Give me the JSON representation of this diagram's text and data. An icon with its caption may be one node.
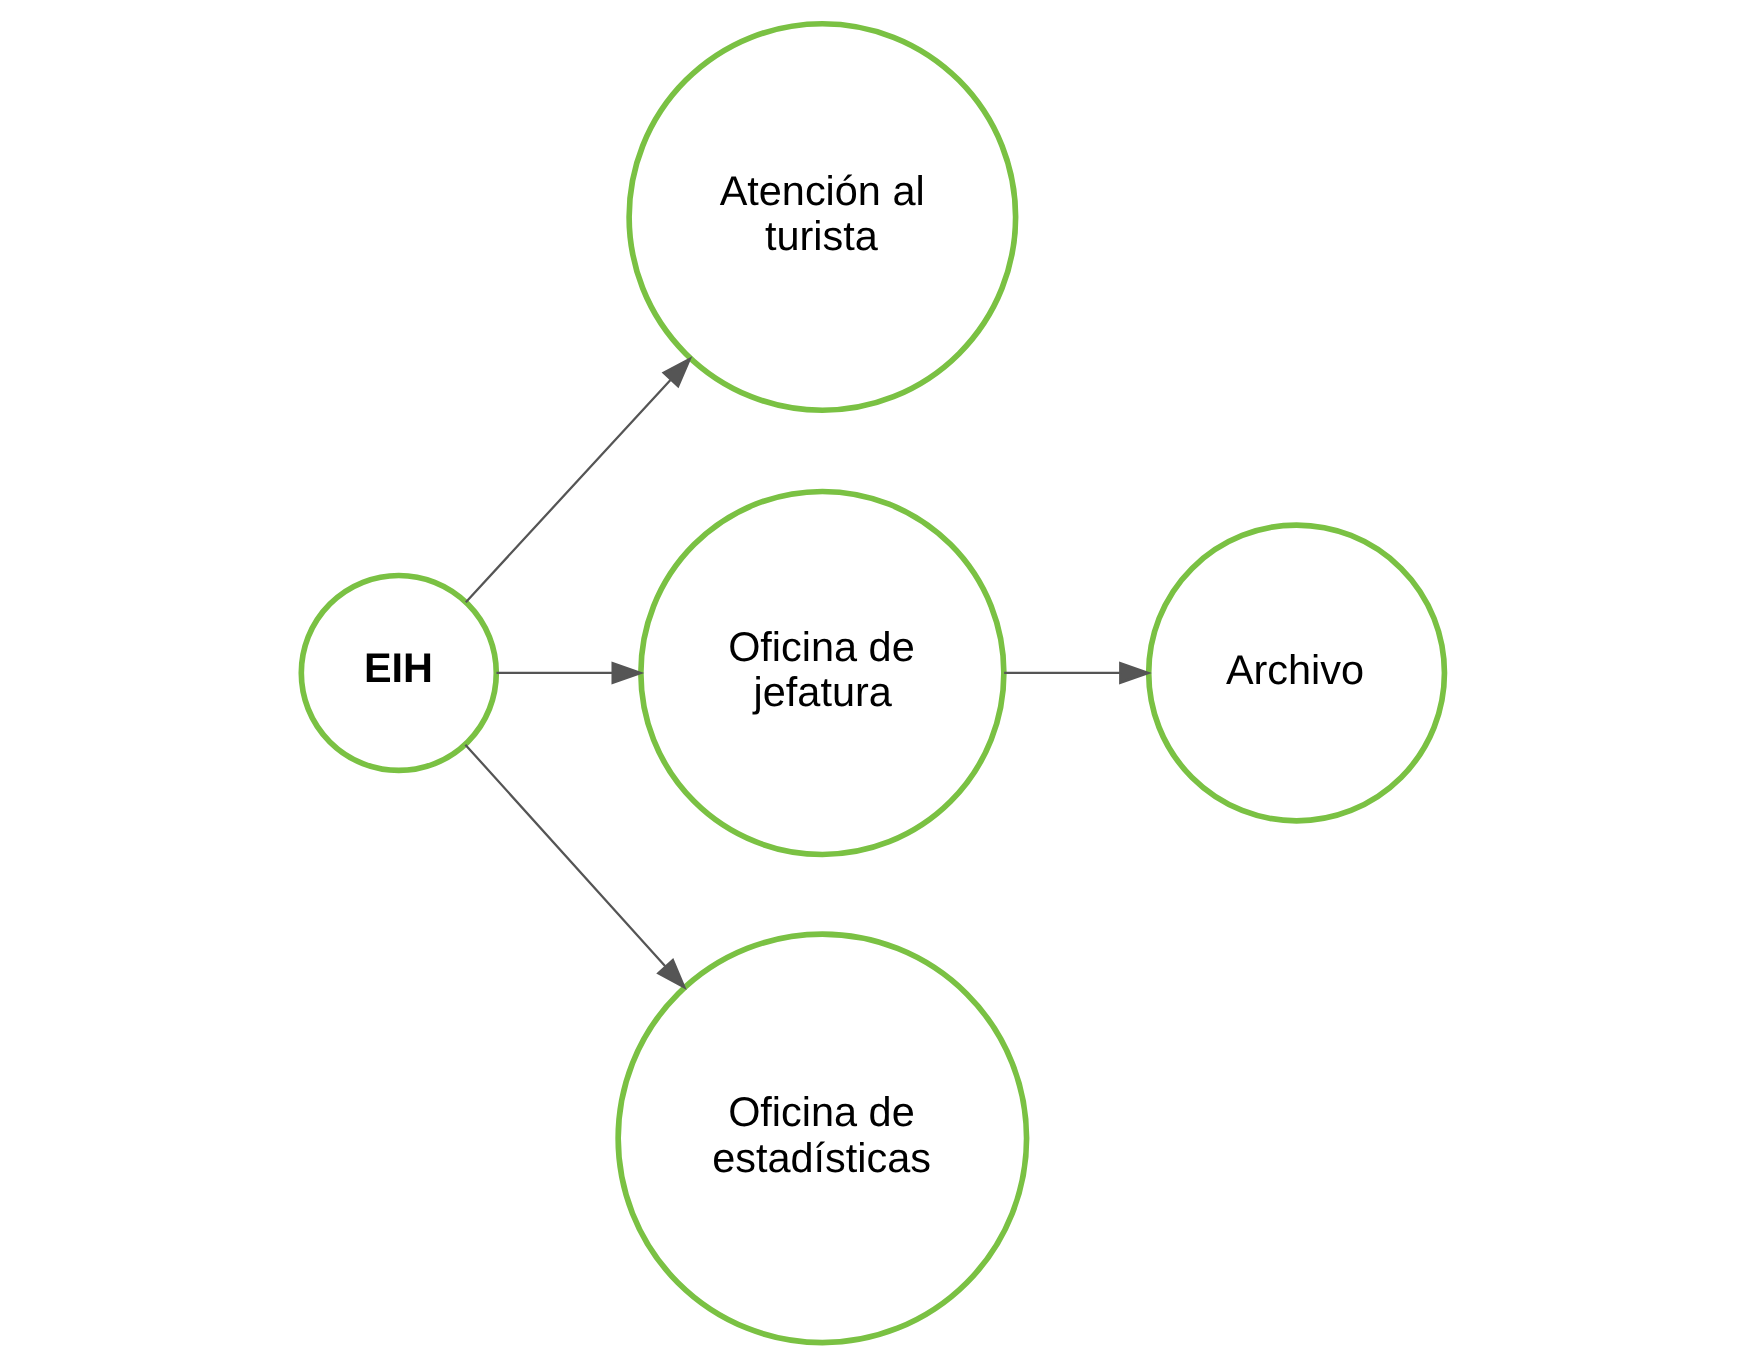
{
  "diagram": {
    "nodes": [
      {
        "text": [
          "EIH"
        ]
      },
      {
        "text": [
          "Atención al turista"
        ]
      },
      {
        "text": [
          "Archivo"
        ]
      },
      {
        "text": [
          "Oficina de jefatura"
        ]
      },
      {
        "text": [
          "Oficina de estadísticas"
        ]
      }
    ],
    "edges": [
      {
        "from": 0,
        "to": 1,
        "arrow": "to"
      },
      {
        "from": 0,
        "to": 3,
        "arrow": "to"
      },
      {
        "from": 0,
        "to": 4,
        "arrow": "to"
      },
      {
        "from": 3,
        "to": 2,
        "arrow": "to"
      }
    ]
  }
}
